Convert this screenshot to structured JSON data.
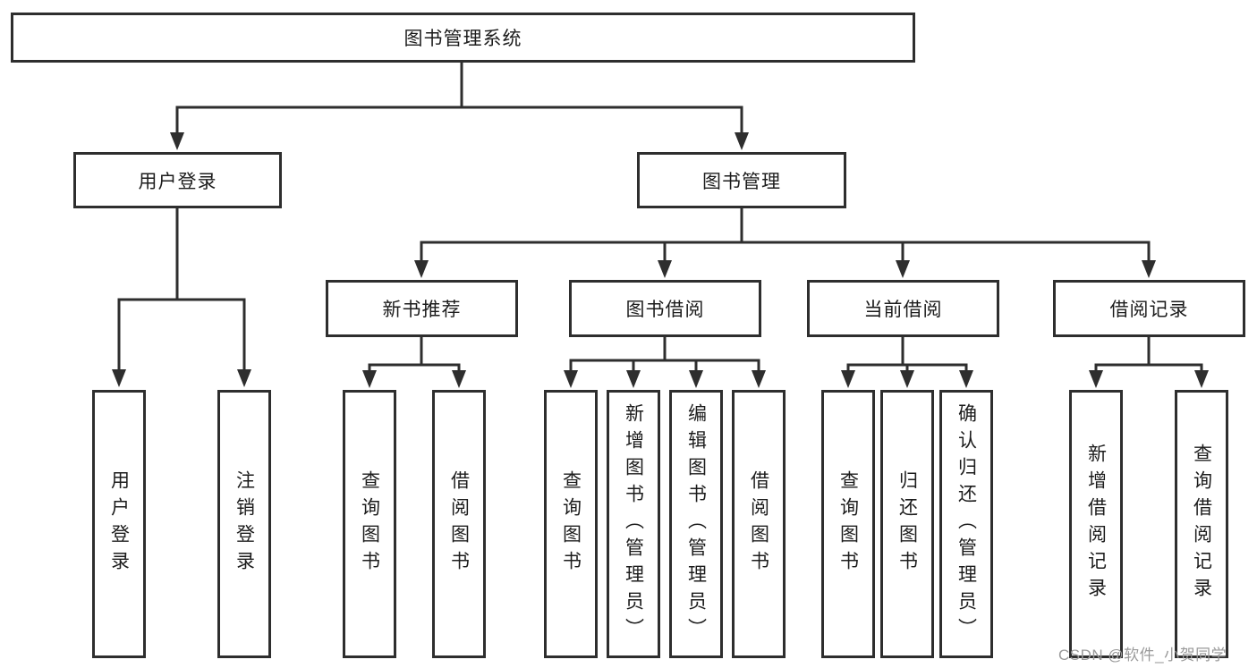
{
  "diagram": {
    "title": "图书管理系统",
    "nodes": {
      "root": "图书管理系统",
      "user_login": "用户登录",
      "book_mgmt": "图书管理",
      "new_books": "新书推荐",
      "book_borrow": "图书借阅",
      "current_borrow": "当前借阅",
      "borrow_records": "借阅记录",
      "leaves": {
        "user": [
          "用户登录",
          "注销登录"
        ],
        "new_books": [
          "查询图书",
          "借阅图书"
        ],
        "book_borrow": [
          "查询图书",
          "新增图书（管理员）",
          "编辑图书（管理员）",
          "借阅图书"
        ],
        "current_borrow": [
          "查询图书",
          "归还图书",
          "确认归还（管理员）"
        ],
        "borrow_records": [
          "新增借阅记录",
          "查询借阅记录"
        ]
      }
    }
  },
  "watermark": "CSDN @软件_小贺同学",
  "colors": {
    "line": "#2e2e2e",
    "box_border": "#2e2e2e",
    "background": "#ffffff",
    "watermark_text": "#9a9a9a"
  }
}
